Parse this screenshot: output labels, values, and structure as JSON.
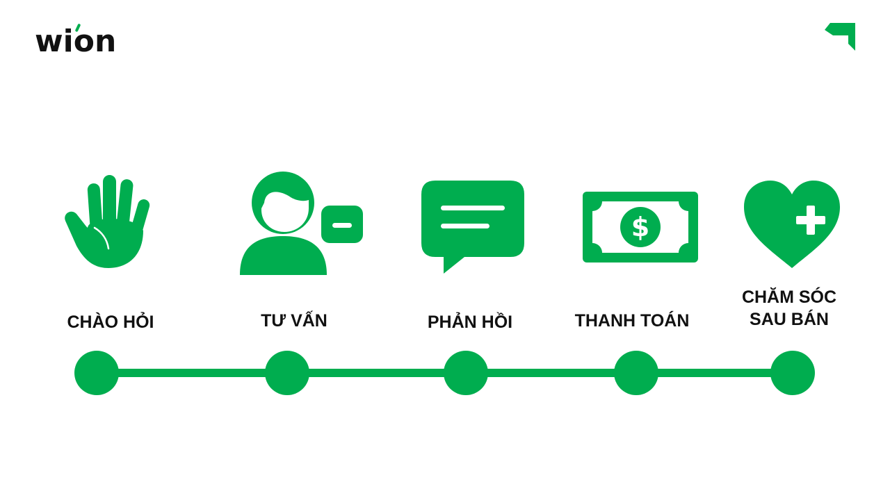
{
  "brand": {
    "logo_text": "wion",
    "accent_color": "#00ad4f",
    "text_color": "#111111",
    "corner_icon": "arrow-corner-icon"
  },
  "steps": [
    {
      "label": "CHÀO HỎI",
      "icon": "hand-wave-icon"
    },
    {
      "label": "TƯ VẤN",
      "icon": "consultant-icon"
    },
    {
      "label": "PHẢN HỒI",
      "icon": "chat-bubble-icon"
    },
    {
      "label": "THANH TOÁN",
      "icon": "dollar-bill-icon"
    },
    {
      "label_line1": "CHĂM SÓC",
      "label_line2": "SAU BÁN",
      "icon": "heart-plus-icon"
    }
  ]
}
